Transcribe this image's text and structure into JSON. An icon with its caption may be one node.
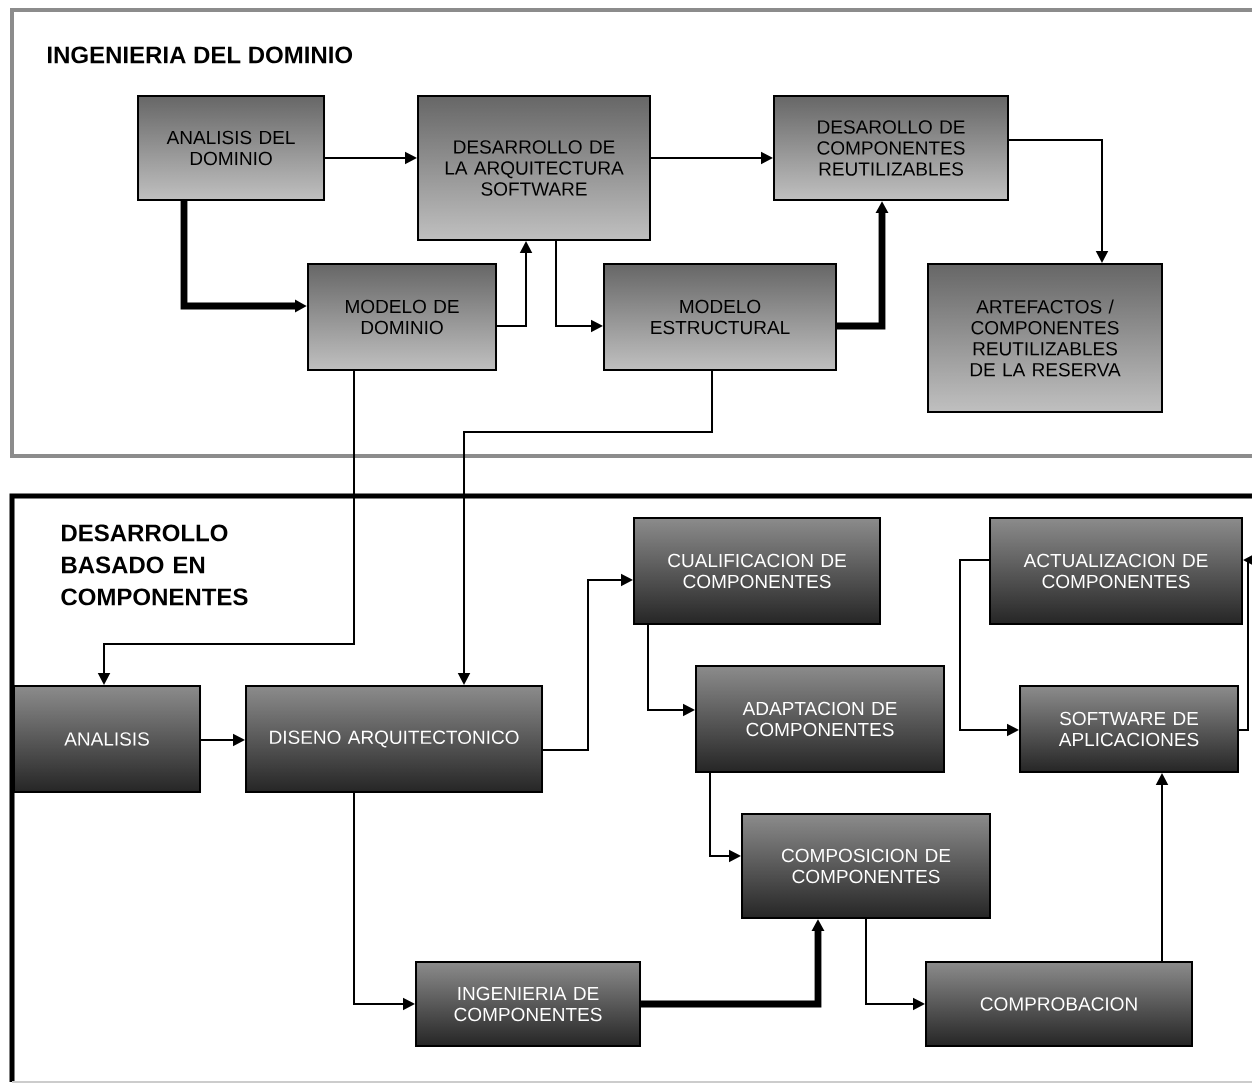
{
  "diagram": {
    "nodes": [
      {
        "text": [
          "INGENIERIA DEL DOMINIO"
        ]
      },
      {
        "text": [
          "DESARROLLO BASADO EN COMPONENTES"
        ]
      },
      {
        "text": [
          "ANALISIS DEL DOMINIO"
        ],
        "in": 0
      },
      {
        "text": [
          "DESARROLLO DE LA ARQUITECTURA SOFTWARE"
        ],
        "in": 0
      },
      {
        "text": [
          "DESAROLLO DE COMPONENTES REUTILIZABLES"
        ],
        "in": 0
      },
      {
        "text": [
          "MODELO DE DOMINIO"
        ],
        "in": 0
      },
      {
        "text": [
          "MODELO ESTRUCTURAL"
        ],
        "in": 0
      },
      {
        "text": [
          "ARTEFACTOS / COMPONENTES REUTILIZABLES DE LA RESERVA"
        ],
        "in": 0
      },
      {
        "text": [
          "ANALISIS"
        ],
        "in": 1
      },
      {
        "text": [
          "DISENO ARQUITECTONICO"
        ],
        "in": 1
      },
      {
        "text": [
          "CUALIFICACION DE COMPONENTES"
        ],
        "in": 1
      },
      {
        "text": [
          "ADAPTACION DE COMPONENTES"
        ],
        "in": 1
      },
      {
        "text": [
          "COMPOSICION DE COMPONENTES"
        ],
        "in": 1
      },
      {
        "text": [
          "INGENIERIA DE COMPONENTES"
        ],
        "in": 1
      },
      {
        "text": [
          "COMPROBACION"
        ],
        "in": 1
      },
      {
        "text": [
          "ACTUALIZACION DE COMPONENTES"
        ],
        "in": 1
      },
      {
        "text": [
          "SOFTWARE DE APLICACIONES"
        ],
        "in": 1
      }
    ],
    "edges": [
      {
        "from": 2,
        "to": 3,
        "arrow": "to"
      },
      {
        "from": 3,
        "to": 4,
        "arrow": "to"
      },
      {
        "from": 4,
        "to": 7,
        "arrow": "to"
      },
      {
        "from": 2,
        "to": 5,
        "arrow": "to",
        "style": "thick"
      },
      {
        "from": 5,
        "to": 3,
        "arrow": "to"
      },
      {
        "from": 3,
        "to": 6,
        "arrow": "to"
      },
      {
        "from": 6,
        "to": 4,
        "arrow": "to",
        "style": "thick"
      },
      {
        "from": 5,
        "to": 8,
        "arrow": "to"
      },
      {
        "from": 6,
        "to": 9,
        "arrow": "to"
      },
      {
        "from": 8,
        "to": 9,
        "arrow": "to"
      },
      {
        "from": 9,
        "to": 10,
        "arrow": "to"
      },
      {
        "from": 10,
        "to": 11,
        "arrow": "to"
      },
      {
        "from": 11,
        "to": 12,
        "arrow": "to"
      },
      {
        "from": 9,
        "to": 13,
        "arrow": "to"
      },
      {
        "from": 13,
        "to": 12,
        "arrow": "to",
        "style": "thick"
      },
      {
        "from": 12,
        "to": 14,
        "arrow": "to"
      },
      {
        "from": 14,
        "to": 16,
        "arrow": "to"
      },
      {
        "from": 15,
        "to": 16,
        "arrow": "to"
      },
      {
        "from": 16,
        "to": 15,
        "arrow": "to"
      }
    ]
  }
}
